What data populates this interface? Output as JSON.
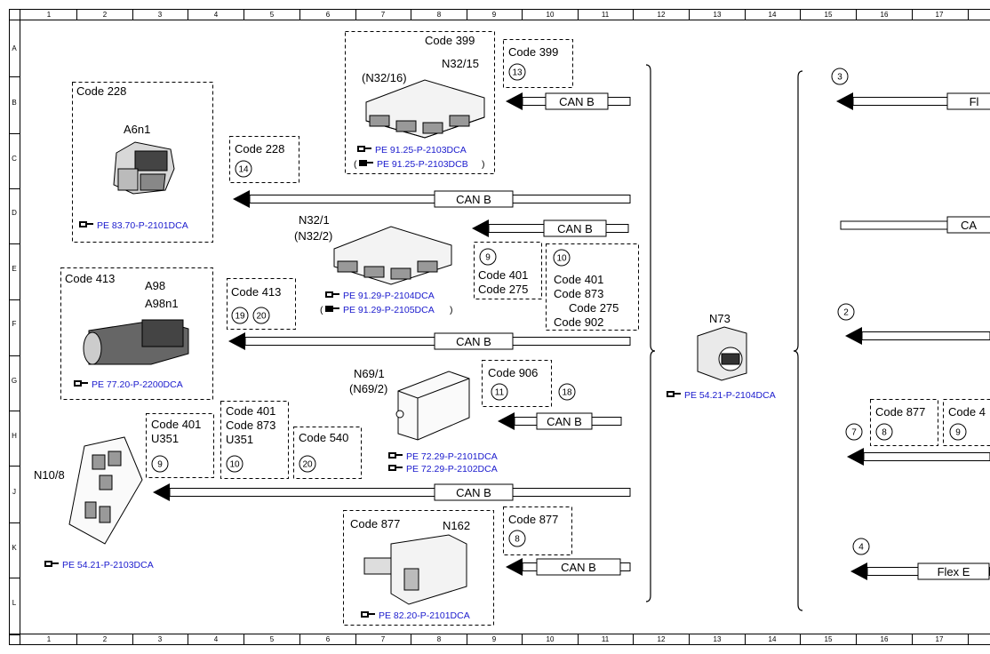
{
  "ruler": {
    "columns": [
      "1",
      "2",
      "3",
      "4",
      "5",
      "6",
      "7",
      "8",
      "9",
      "10",
      "11",
      "12",
      "13",
      "14",
      "15",
      "16",
      "17"
    ],
    "rows": [
      "A",
      "B",
      "C",
      "D",
      "E",
      "F",
      "G",
      "H",
      "J",
      "K",
      "L"
    ]
  },
  "boxes": {
    "b228": [
      "Code 228"
    ],
    "b228b": [
      "Code 228"
    ],
    "b399": [
      "Code 399"
    ],
    "b399b": [
      "Code 399"
    ],
    "b413": [
      "Code 413"
    ],
    "b413b": [
      "Code 413"
    ],
    "b401a": [
      "Code 401",
      "Code 275"
    ],
    "b401b": [
      "Code 401",
      "Code 873",
      "Code 275",
      "Code 902"
    ],
    "b906": [
      "Code 906"
    ],
    "bU351a": [
      "Code 401",
      "U351"
    ],
    "bU351b": [
      "Code 401",
      "Code 873",
      "U351"
    ],
    "b540": [
      "Code 540"
    ],
    "b877a": [
      "Code 877"
    ],
    "b877b": [
      "Code 877"
    ],
    "b877r1": [
      "Code 877"
    ],
    "b877r2": [
      "Code 4"
    ]
  },
  "components": {
    "a6n1": "A6n1",
    "a98": "A98",
    "a98n1": "A98n1",
    "n32_15": "N32/15",
    "n32_16": "(N32/16)",
    "n32_1": "N32/1",
    "n32_2": "(N32/2)",
    "n69_1": "N69/1",
    "n69_2": "(N69/2)",
    "n10_8": "N10/8",
    "n162": "N162",
    "n73": "N73"
  },
  "refs": {
    "r1": "PE 83.70-P-2101DCA",
    "r2": "PE 91.25-P-2103DCA",
    "r3": "(",
    "r3b": "PE 91.25-P-2103DCB",
    "r3c": ")",
    "r4": "PE 91.29-P-2104DCA",
    "r5": "(",
    "r5b": "PE 91.29-P-2105DCA",
    "r5c": ")",
    "r6": "PE 77.20-P-2200DCA",
    "r7": "PE 72.29-P-2101DCA",
    "r8": "PE 72.29-P-2102DCA",
    "r9": "PE 54.21-P-2103DCA",
    "r10": "PE 82.20-P-2101DCA",
    "r11": "PE 54.21-P-2104DCA"
  },
  "circles": {
    "c13": "13",
    "c14": "14",
    "c9a": "9",
    "c10a": "10",
    "c19": "19",
    "c20a": "20",
    "c11": "11",
    "c18": "18",
    "c9b": "9",
    "c10b": "10",
    "c20b": "20",
    "c8a": "8",
    "c3": "3",
    "c2": "2",
    "c7": "7",
    "c8b": "8",
    "c9c": "9",
    "c4": "4"
  },
  "buses": {
    "can": "CAN B",
    "fl": "Fl",
    "ca": "CA",
    "flex": "Flex E"
  }
}
